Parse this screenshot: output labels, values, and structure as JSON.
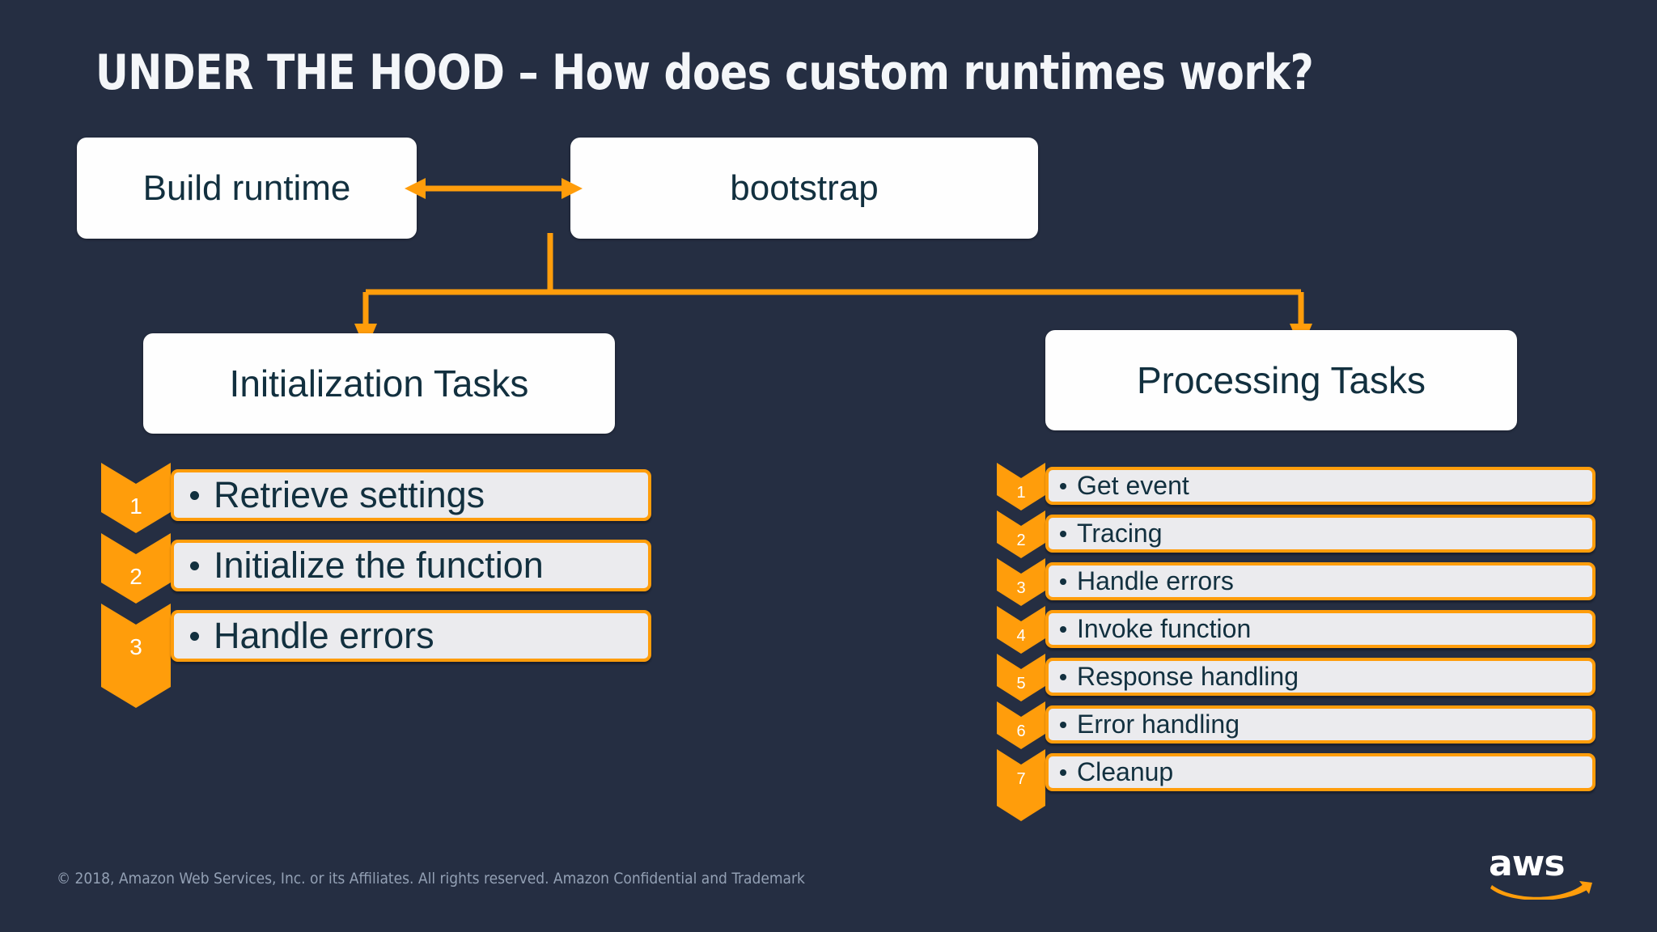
{
  "slide": {
    "title": "UNDER THE HOOD – How does custom runtimes work?",
    "background_color": "#252E42",
    "accent_color": "#FF9D0B",
    "text_dark_color": "#12303F",
    "box_fill_color": "#FEFEFE",
    "bar_fill_color": "#EBEBEE"
  },
  "flow": {
    "build_runtime": "Build runtime",
    "bootstrap": "bootstrap",
    "bidirectional_arrow": "double-headed-arrow",
    "branch_left": "Initialization Tasks",
    "branch_right": "Processing Tasks"
  },
  "initialization_tasks": {
    "heading": "Initialization Tasks",
    "items": [
      {
        "number": "1",
        "label": "Retrieve settings"
      },
      {
        "number": "2",
        "label": "Initialize the function"
      },
      {
        "number": "3",
        "label": "Handle errors"
      }
    ]
  },
  "processing_tasks": {
    "heading": "Processing Tasks",
    "items": [
      {
        "number": "1",
        "label": "Get event"
      },
      {
        "number": "2",
        "label": "Tracing"
      },
      {
        "number": "3",
        "label": "Handle errors"
      },
      {
        "number": "4",
        "label": "Invoke function"
      },
      {
        "number": "5",
        "label": "Response handling"
      },
      {
        "number": "6",
        "label": "Error handling"
      },
      {
        "number": "7",
        "label": "Cleanup"
      }
    ]
  },
  "footer": {
    "copyright": "© 2018, Amazon Web Services, Inc. or its Affiliates. All rights reserved. Amazon Confidential and Trademark",
    "logo_wordmark": "aws",
    "logo_name": "aws-logo"
  }
}
